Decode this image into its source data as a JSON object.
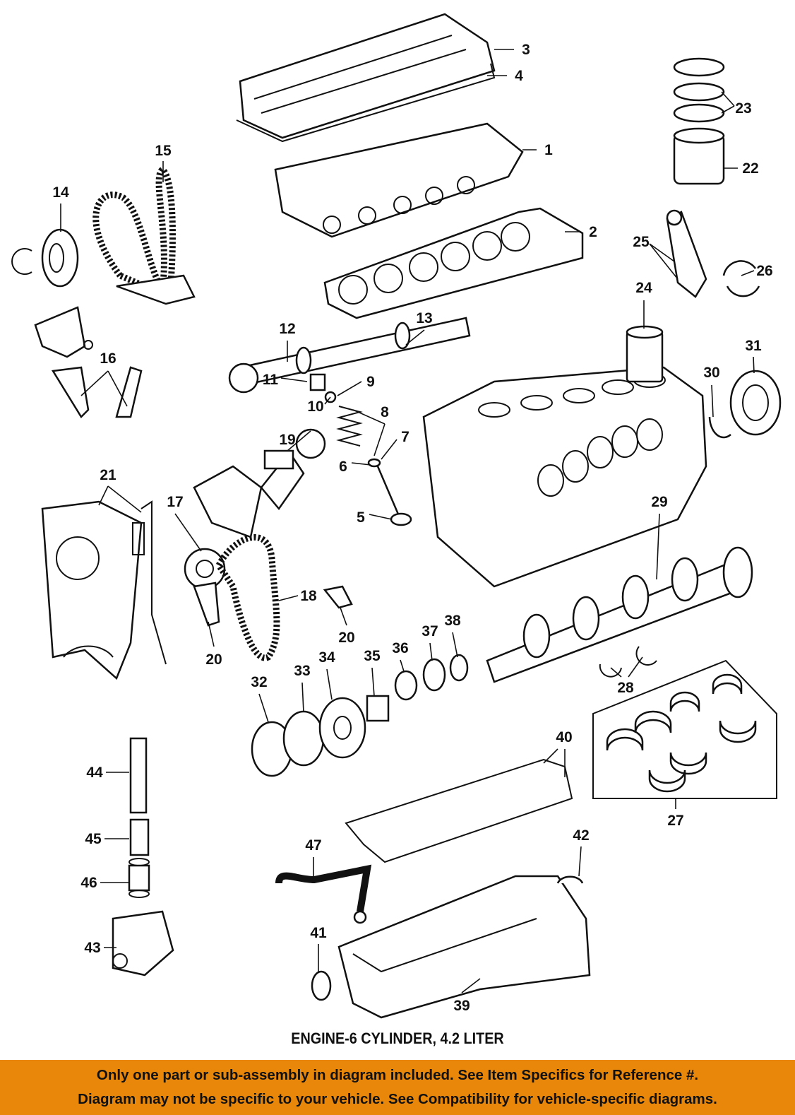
{
  "diagram": {
    "title": "ENGINE-6 CYLINDER, 4.2 LITER",
    "callouts": [
      "3",
      "4",
      "1",
      "23",
      "22",
      "15",
      "14",
      "2",
      "25",
      "26",
      "24",
      "12",
      "13",
      "31",
      "30",
      "16",
      "9",
      "11",
      "8",
      "10",
      "19",
      "7",
      "6",
      "21",
      "17",
      "5",
      "29",
      "18",
      "20",
      "20",
      "38",
      "37",
      "36",
      "35",
      "34",
      "33",
      "32",
      "28",
      "40",
      "44",
      "27",
      "47",
      "42",
      "45",
      "46",
      "41",
      "43",
      "39"
    ]
  },
  "banner": {
    "line1": "Only one part or sub-assembly in diagram included. See Item Specifics for Reference #.",
    "line2": "Diagram may not be specific to your vehicle. See Compatibility for vehicle-specific diagrams.",
    "color": "#E8870A"
  }
}
